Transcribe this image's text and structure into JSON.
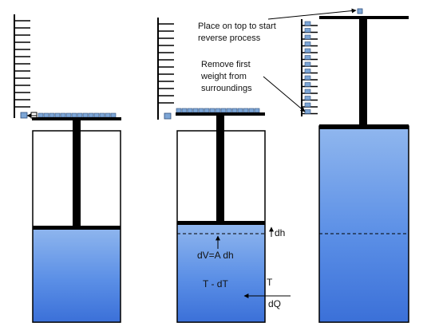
{
  "labels": {
    "place_on_top": [
      "Place on top to start",
      "reverse process"
    ],
    "remove_first": [
      "Remove first",
      "weight from",
      "surroundings"
    ],
    "dh": "dh",
    "dv": "dV=A dh",
    "temp_left": "T - dT",
    "temp_right": "T",
    "dq": "dQ"
  },
  "colors": {
    "gas_top": "#8fb6ee",
    "gas_mid": "#5b8fe6",
    "gas_bottom": "#3b70d8",
    "gas_edge": "#1f3f8a",
    "weight": "#7da6d6",
    "weight_edge": "#2e4d7a",
    "line": "#000000"
  }
}
